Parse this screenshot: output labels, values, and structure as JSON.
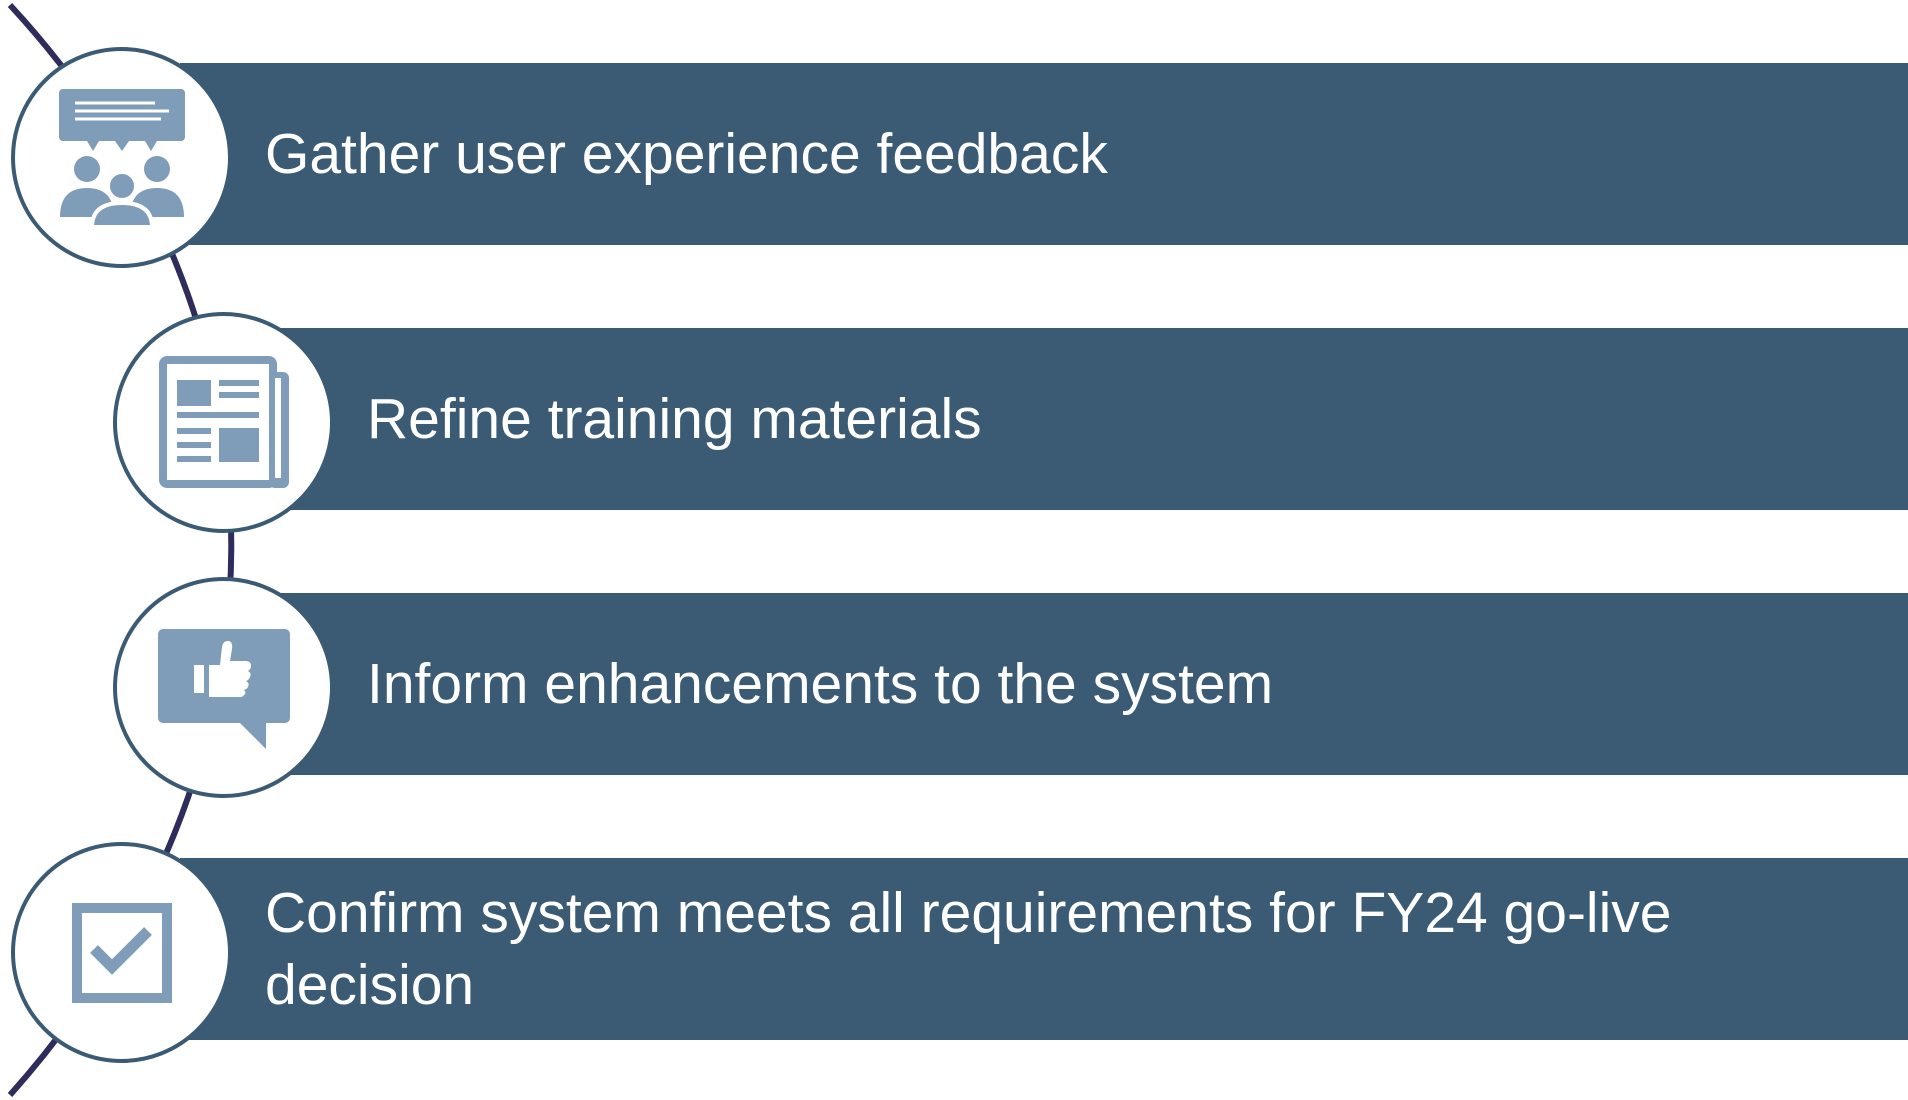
{
  "colors": {
    "band": "#3b5b74",
    "icon": "#7f9cb9",
    "arc": "#2e2c5a",
    "text": "#ffffff"
  },
  "steps": [
    {
      "label": "Gather user experience feedback",
      "icon": "feedback-group-icon"
    },
    {
      "label": "Refine training materials",
      "icon": "newspaper-icon"
    },
    {
      "label": "Inform enhancements to the system",
      "icon": "thumbs-up-speech-icon"
    },
    {
      "label": "Confirm system meets all requirements for FY24 go-live decision",
      "icon": "checkbox-icon"
    }
  ]
}
